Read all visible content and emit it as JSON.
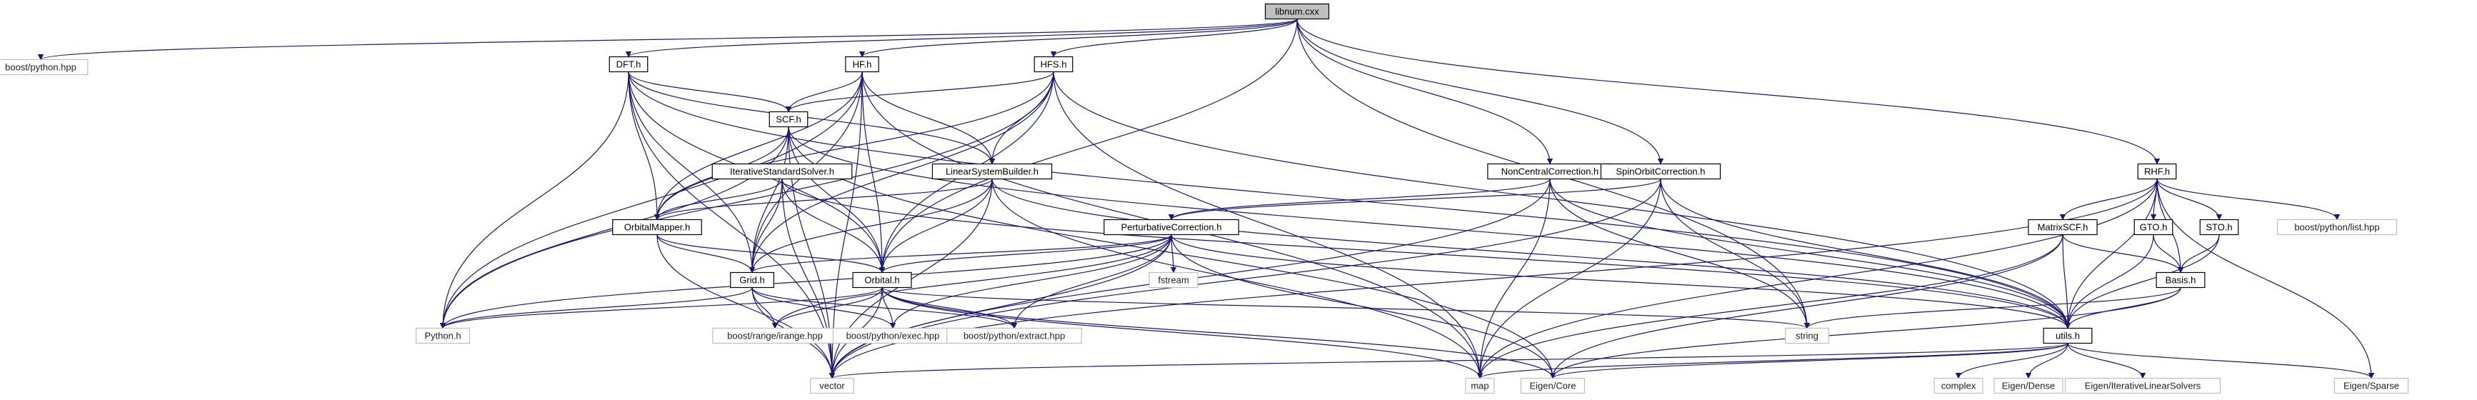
{
  "graph": {
    "title": "",
    "nodes": [
      {
        "id": "libnum",
        "label": "libnum.cxx",
        "kind": "root"
      },
      {
        "id": "boostpython",
        "label": "boost/python.hpp",
        "kind": "ext"
      },
      {
        "id": "dft",
        "label": "DFT.h",
        "kind": "file"
      },
      {
        "id": "hf",
        "label": "HF.h",
        "kind": "file"
      },
      {
        "id": "hfs",
        "label": "HFS.h",
        "kind": "file"
      },
      {
        "id": "scf",
        "label": "SCF.h",
        "kind": "file"
      },
      {
        "id": "iss",
        "label": "IterativeStandardSolver.h",
        "kind": "file"
      },
      {
        "id": "lsb",
        "label": "LinearSystemBuilder.h",
        "kind": "file"
      },
      {
        "id": "orbmapper",
        "label": "OrbitalMapper.h",
        "kind": "file"
      },
      {
        "id": "grid",
        "label": "Grid.h",
        "kind": "file"
      },
      {
        "id": "orbital",
        "label": "Orbital.h",
        "kind": "file"
      },
      {
        "id": "python",
        "label": "Python.h",
        "kind": "ext"
      },
      {
        "id": "vector",
        "label": "vector",
        "kind": "ext"
      },
      {
        "id": "rangehpp",
        "label": "boost/range/irange.hpp",
        "kind": "ext"
      },
      {
        "id": "exechpp",
        "label": "boost/python/exec.hpp",
        "kind": "ext"
      },
      {
        "id": "extracthpp",
        "label": "boost/python/extract.hpp",
        "kind": "ext"
      },
      {
        "id": "pertcorr",
        "label": "PerturbativeCorrection.h",
        "kind": "file"
      },
      {
        "id": "fstream",
        "label": "fstream",
        "kind": "ext"
      },
      {
        "id": "noncentral",
        "label": "NonCentralCorrection.h",
        "kind": "file"
      },
      {
        "id": "spinorbit",
        "label": "SpinOrbitCorrection.h",
        "kind": "file"
      },
      {
        "id": "map",
        "label": "map",
        "kind": "ext"
      },
      {
        "id": "eigencore",
        "label": "Eigen/Core",
        "kind": "ext"
      },
      {
        "id": "string",
        "label": "string",
        "kind": "ext"
      },
      {
        "id": "utils",
        "label": "utils.h",
        "kind": "file"
      },
      {
        "id": "complex",
        "label": "complex",
        "kind": "ext"
      },
      {
        "id": "eigendense",
        "label": "Eigen/Dense",
        "kind": "ext"
      },
      {
        "id": "eigeniter",
        "label": "Eigen/IterativeLinearSolvers",
        "kind": "ext"
      },
      {
        "id": "eigensparse",
        "label": "Eigen/Sparse",
        "kind": "ext"
      },
      {
        "id": "rhf",
        "label": "RHF.h",
        "kind": "file"
      },
      {
        "id": "matrixscf",
        "label": "MatrixSCF.h",
        "kind": "file"
      },
      {
        "id": "gto",
        "label": "GTO.h",
        "kind": "file"
      },
      {
        "id": "sto",
        "label": "STO.h",
        "kind": "file"
      },
      {
        "id": "basis",
        "label": "Basis.h",
        "kind": "file"
      },
      {
        "id": "listhpp",
        "label": "boost/python/list.hpp",
        "kind": "ext"
      }
    ],
    "edges": [
      [
        "libnum",
        "boostpython"
      ],
      [
        "libnum",
        "dft"
      ],
      [
        "libnum",
        "hf"
      ],
      [
        "libnum",
        "hfs"
      ],
      [
        "libnum",
        "noncentral"
      ],
      [
        "libnum",
        "spinorbit"
      ],
      [
        "libnum",
        "rhf"
      ],
      [
        "libnum",
        "orbital"
      ],
      [
        "libnum",
        "string"
      ],
      [
        "dft",
        "scf"
      ],
      [
        "dft",
        "lsb"
      ],
      [
        "dft",
        "orbmapper"
      ],
      [
        "dft",
        "grid"
      ],
      [
        "dft",
        "orbital"
      ],
      [
        "dft",
        "python"
      ],
      [
        "dft",
        "vector"
      ],
      [
        "dft",
        "utils"
      ],
      [
        "hf",
        "scf"
      ],
      [
        "hf",
        "lsb"
      ],
      [
        "hf",
        "orbmapper"
      ],
      [
        "hf",
        "grid"
      ],
      [
        "hf",
        "orbital"
      ],
      [
        "hf",
        "python"
      ],
      [
        "hf",
        "vector"
      ],
      [
        "hf",
        "map"
      ],
      [
        "hfs",
        "scf"
      ],
      [
        "hfs",
        "lsb"
      ],
      [
        "hfs",
        "orbmapper"
      ],
      [
        "hfs",
        "grid"
      ],
      [
        "hfs",
        "orbital"
      ],
      [
        "hfs",
        "python"
      ],
      [
        "hfs",
        "map"
      ],
      [
        "hfs",
        "utils"
      ],
      [
        "scf",
        "orbmapper"
      ],
      [
        "scf",
        "grid"
      ],
      [
        "scf",
        "orbital"
      ],
      [
        "scf",
        "python"
      ],
      [
        "scf",
        "vector"
      ],
      [
        "scf",
        "utils"
      ],
      [
        "scf",
        "eigencore"
      ],
      [
        "iss",
        "orbmapper"
      ],
      [
        "iss",
        "grid"
      ],
      [
        "iss",
        "orbital"
      ],
      [
        "iss",
        "vector"
      ],
      [
        "iss",
        "utils"
      ],
      [
        "lsb",
        "orbmapper"
      ],
      [
        "lsb",
        "grid"
      ],
      [
        "lsb",
        "orbital"
      ],
      [
        "lsb",
        "vector"
      ],
      [
        "lsb",
        "map"
      ],
      [
        "lsb",
        "utils"
      ],
      [
        "orbmapper",
        "grid"
      ],
      [
        "orbmapper",
        "orbital"
      ],
      [
        "orbmapper",
        "vector"
      ],
      [
        "grid",
        "python"
      ],
      [
        "grid",
        "rangehpp"
      ],
      [
        "grid",
        "exechpp"
      ],
      [
        "grid",
        "extracthpp"
      ],
      [
        "grid",
        "vector"
      ],
      [
        "orbital",
        "python"
      ],
      [
        "orbital",
        "rangehpp"
      ],
      [
        "orbital",
        "exechpp"
      ],
      [
        "orbital",
        "extracthpp"
      ],
      [
        "orbital",
        "vector"
      ],
      [
        "orbital",
        "map"
      ],
      [
        "orbital",
        "string"
      ],
      [
        "orbital",
        "eigencore"
      ],
      [
        "pertcorr",
        "grid"
      ],
      [
        "pertcorr",
        "orbital"
      ],
      [
        "pertcorr",
        "fstream"
      ],
      [
        "pertcorr",
        "python"
      ],
      [
        "pertcorr",
        "rangehpp"
      ],
      [
        "pertcorr",
        "exechpp"
      ],
      [
        "pertcorr",
        "extracthpp"
      ],
      [
        "pertcorr",
        "vector"
      ],
      [
        "pertcorr",
        "eigencore"
      ],
      [
        "pertcorr",
        "utils"
      ],
      [
        "noncentral",
        "pertcorr"
      ],
      [
        "noncentral",
        "vector"
      ],
      [
        "noncentral",
        "map"
      ],
      [
        "noncentral",
        "string"
      ],
      [
        "noncentral",
        "utils"
      ],
      [
        "spinorbit",
        "pertcorr"
      ],
      [
        "spinorbit",
        "vector"
      ],
      [
        "spinorbit",
        "map"
      ],
      [
        "spinorbit",
        "string"
      ],
      [
        "spinorbit",
        "utils"
      ],
      [
        "rhf",
        "matrixscf"
      ],
      [
        "rhf",
        "gto"
      ],
      [
        "rhf",
        "sto"
      ],
      [
        "rhf",
        "basis"
      ],
      [
        "rhf",
        "listhpp"
      ],
      [
        "rhf",
        "utils"
      ],
      [
        "rhf",
        "vector"
      ],
      [
        "rhf",
        "map"
      ],
      [
        "rhf",
        "eigensparse"
      ],
      [
        "matrixscf",
        "basis"
      ],
      [
        "matrixscf",
        "utils"
      ],
      [
        "matrixscf",
        "map"
      ],
      [
        "matrixscf",
        "eigencore"
      ],
      [
        "gto",
        "basis"
      ],
      [
        "gto",
        "utils"
      ],
      [
        "sto",
        "basis"
      ],
      [
        "sto",
        "utils"
      ],
      [
        "basis",
        "utils"
      ],
      [
        "basis",
        "string"
      ],
      [
        "basis",
        "eigencore"
      ],
      [
        "utils",
        "vector"
      ],
      [
        "utils",
        "map"
      ],
      [
        "utils",
        "complex"
      ],
      [
        "utils",
        "eigencore"
      ],
      [
        "utils",
        "eigendense"
      ],
      [
        "utils",
        "eigeniter"
      ],
      [
        "utils",
        "eigensparse"
      ]
    ]
  }
}
